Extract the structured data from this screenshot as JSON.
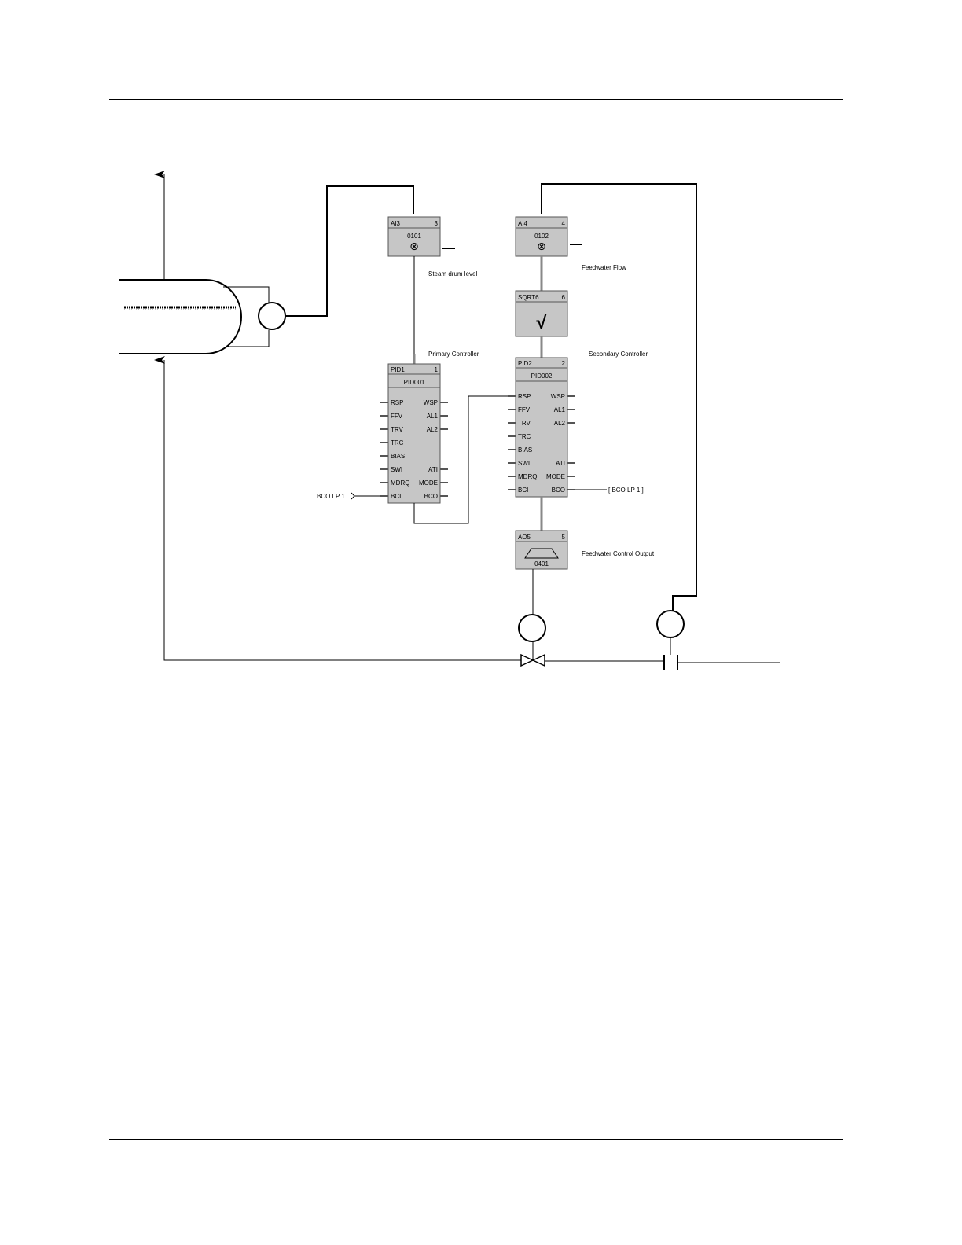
{
  "blocks": {
    "ai3": {
      "name": "AI3",
      "num": "3",
      "tag": "0101"
    },
    "ai4": {
      "name": "AI4",
      "num": "4",
      "tag": "0102"
    },
    "sqrt": {
      "name": "SQRT6",
      "num": "6"
    },
    "pid1": {
      "name": "PID1",
      "num": "1",
      "tag": "PID001",
      "inputs": [
        "RSP",
        "FFV",
        "TRV",
        "TRC",
        "BIAS",
        "SWI",
        "MDRQ",
        "BCI"
      ],
      "outputs": [
        "WSP",
        "AL1",
        "AL2",
        "ATI",
        "MODE",
        "BCO"
      ]
    },
    "pid2": {
      "name": "PID2",
      "num": "2",
      "tag": "PID002",
      "inputs": [
        "RSP",
        "FFV",
        "TRV",
        "TRC",
        "BIAS",
        "SWI",
        "MDRQ",
        "BCI"
      ],
      "outputs": [
        "WSP",
        "AL1",
        "AL2",
        "ATI",
        "MODE",
        "BCO"
      ]
    },
    "ao5": {
      "name": "AO5",
      "num": "5",
      "tag": "0401"
    }
  },
  "labels": {
    "steam_drum_level": "Steam drum level",
    "feedwater_flow": "Feedwater Flow",
    "primary_controller": "Primary Controller",
    "secondary_controller": "Secondary Controller",
    "feedwater_control_output": "Feedwater Control Output",
    "bco_lp_in": "BCO LP 1",
    "bco_lp_out": "[ BCO LP 1 ]"
  },
  "symbols": {
    "analog_input": "⊗",
    "square_root": "√"
  }
}
